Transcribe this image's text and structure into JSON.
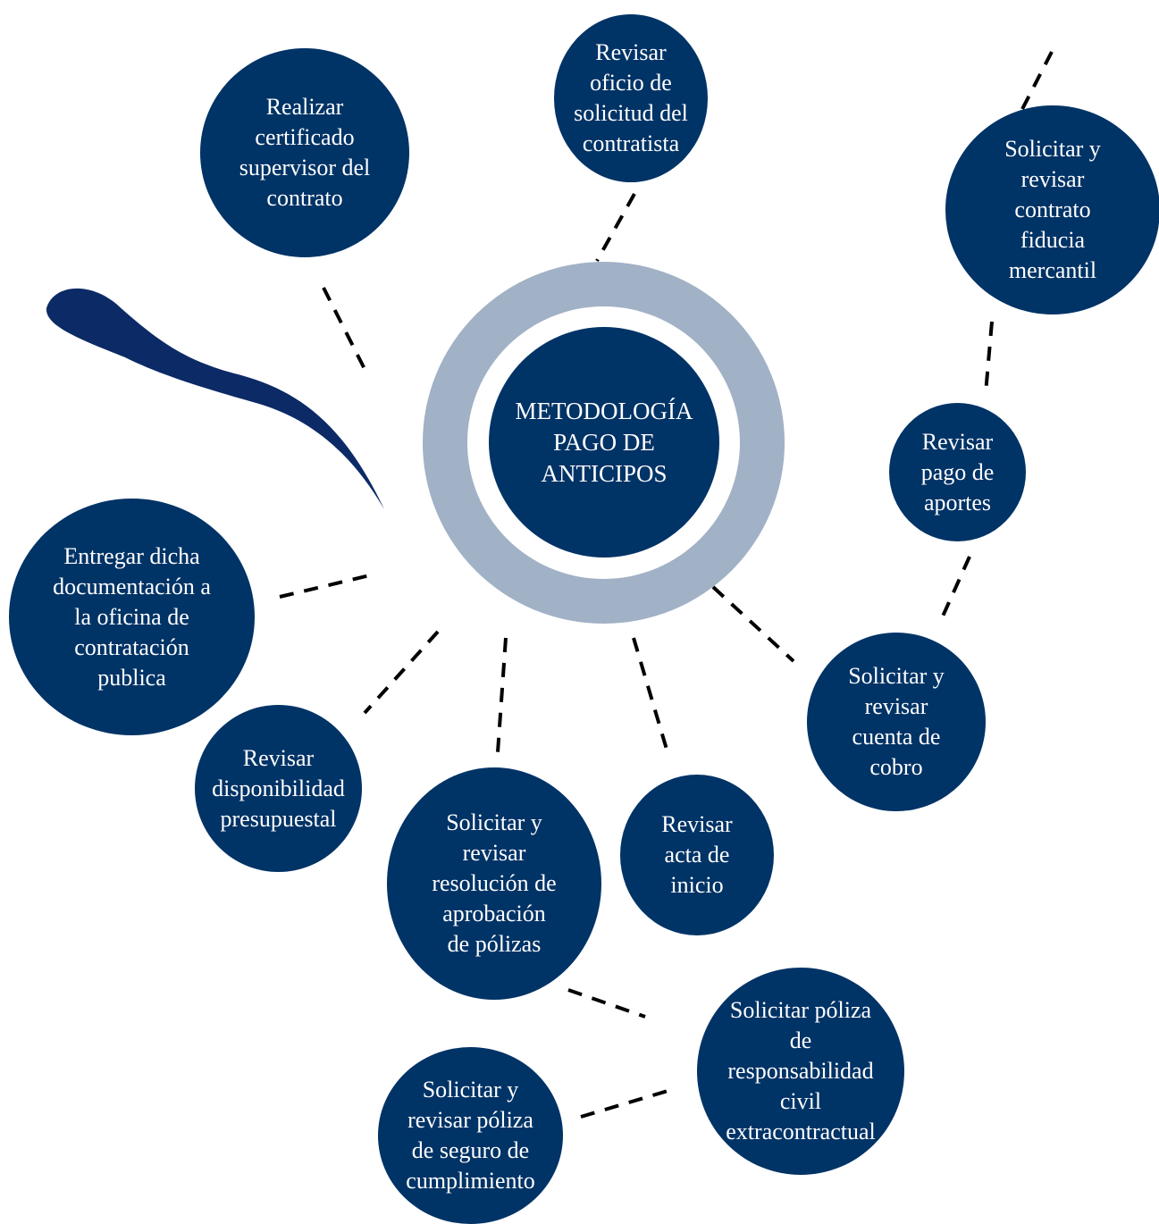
{
  "center": {
    "label": "METODOLOGÍA\nPAGO DE\nANTICIPOS"
  },
  "nodes": {
    "realizar_certificado": "Realizar\ncertificado\nsupervisor del\ncontrato",
    "revisar_oficio": "Revisar\noficio de\nsolicitud del\ncontratista",
    "solicitar_fiducia": "Solicitar y\nrevisar\ncontrato\nfiducia\nmercantil",
    "revisar_aportes": "Revisar\npago de\naportes",
    "cuenta_cobro": "Solicitar y\nrevisar\ncuenta de\ncobro",
    "entregar_documentacion": "Entregar dicha\ndocumentación a\nla oficina de\ncontratación\npublica",
    "revisar_disponibilidad": "Revisar\ndisponibilidad\npresupuestal",
    "resolucion_polizas": "Solicitar y\nrevisar\nresolución de\naprobación\nde pólizas",
    "acta_inicio": "Revisar\nacta de\ninicio",
    "poliza_responsabilidad": "Solicitar póliza\nde\nresponsabilidad\ncivil\nextracontractual",
    "poliza_cumplimiento": "Solicitar y\nrevisar póliza\nde seguro de\ncumplimiento"
  },
  "colors": {
    "node_fill": "#003366",
    "ring_fill": "#a1b1c6",
    "swoosh_fill": "#0b2a66",
    "connector": "#000000",
    "text": "#ffffff"
  }
}
